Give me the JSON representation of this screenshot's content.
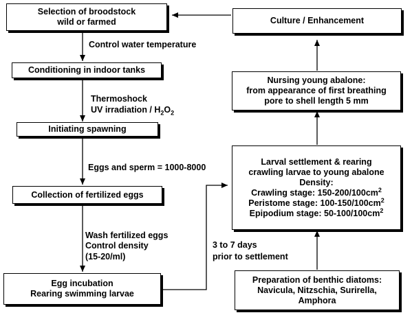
{
  "boxes": {
    "broodstock": {
      "line1": "Selection of broodstock",
      "line2": "wild or farmed"
    },
    "conditioning": {
      "line1": "Conditioning in indoor tanks"
    },
    "spawning": {
      "line1": "Initiating  spawning"
    },
    "collection": {
      "line1": "Collection of fertilized eggs"
    },
    "incubation": {
      "line1": "Egg incubation",
      "line2": "Rearing swimming larvae"
    },
    "culture": {
      "line1": "Culture / Enhancement"
    },
    "nursing": {
      "line1": "Nursing young abalone:",
      "line2": "from appearance of first breathing",
      "line3": "pore to shell length 5 mm"
    },
    "settlement": {
      "line1": "Larval settlement & rearing",
      "line2": "crawling larvae to young abalone",
      "line3": "Density:",
      "crawling_text": "Crawling stage: 150-200/100cm",
      "peristome_text": "Peristome stage: 100-150/100cm",
      "epipodium_text": "Epipodium stage: 50-100/100cm",
      "exponent": "2"
    },
    "diatoms": {
      "line1": "Preparation of benthic diatoms:",
      "line2": "Navicula, Nitzschia, Surirella,",
      "line3": "Amphora"
    }
  },
  "labels": {
    "water_temp": "Control water temperature",
    "thermoshock": "Thermoshock",
    "uv_prefix": "UV irradiation / H",
    "uv_sub": "2",
    "uv_mid": "O",
    "uv_sub2": "2",
    "eggs_sperm": "Eggs and sperm = 1000-8000",
    "wash": "Wash fertilized eggs",
    "control_density": "Control density",
    "density_value": "(15-20/ml)",
    "days": "3 to 7 days",
    "prior": "prior to settlement"
  }
}
